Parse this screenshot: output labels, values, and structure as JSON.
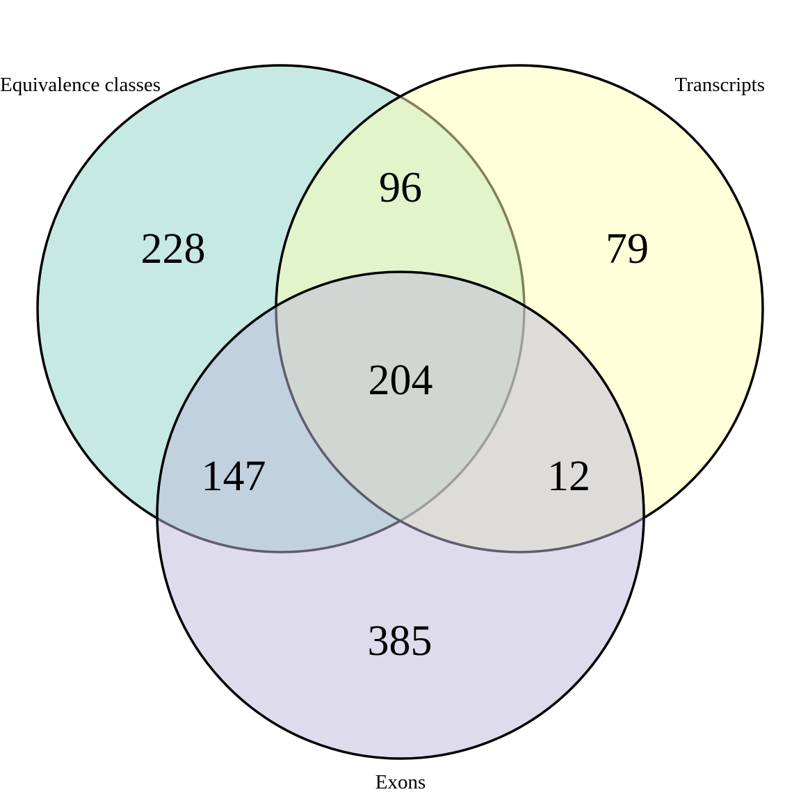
{
  "sets": [
    {
      "id": "A",
      "name": "Equivalence classes",
      "color": "#8dd3c7"
    },
    {
      "id": "B",
      "name": "Transcripts",
      "color": "#ffffb3"
    },
    {
      "id": "C",
      "name": "Exons",
      "color": "#bebada"
    }
  ],
  "regions": {
    "only_equivalence_classes": "228",
    "only_transcripts": "79",
    "only_exons": "385",
    "equivalence_classes_and_transcripts": "96",
    "equivalence_classes_and_exons": "147",
    "transcripts_and_exons": "12",
    "all_three": "204"
  },
  "fill_opacity": 0.5
}
